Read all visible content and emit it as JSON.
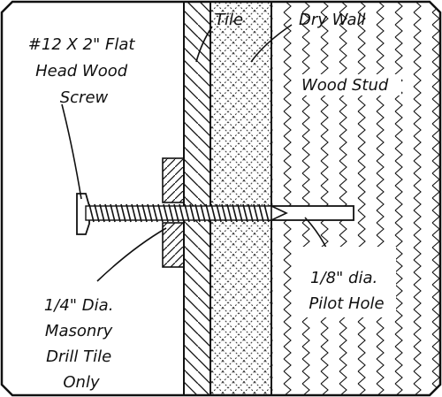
{
  "labels": {
    "screw": [
      "#12 X 2\" Flat",
      "Head Wood",
      "Screw"
    ],
    "tile": "Tile",
    "drywall": "Dry Wall",
    "stud": "Wood Stud",
    "pilot": [
      "1/8\" dia.",
      "Pilot Hole"
    ],
    "masonry": [
      "1/4\" Dia.",
      "Masonry",
      "Drill Tile",
      "Only"
    ]
  },
  "colors": {
    "ink": "#111111",
    "background": "#ffffff"
  }
}
